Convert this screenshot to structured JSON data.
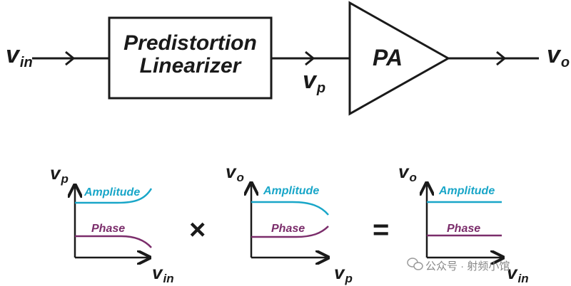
{
  "block_diagram": {
    "input_label": {
      "main": "v",
      "sub": "in"
    },
    "predistorter_label_line1": "Predistortion",
    "predistorter_label_line2": "Linearizer",
    "intermediate_label": {
      "main": "v",
      "sub": "p"
    },
    "amplifier_label": "PA",
    "output_label": {
      "main": "v",
      "sub": "o"
    }
  },
  "plots": [
    {
      "y_label": {
        "main": "v",
        "sub": "p"
      },
      "x_label": {
        "main": "v",
        "sub": "in"
      },
      "amplitude_label": "Amplitude",
      "phase_label": "Phase",
      "amplitude_trend": "expands",
      "phase_trend": "decreases"
    },
    {
      "y_label": {
        "main": "v",
        "sub": "o"
      },
      "x_label": {
        "main": "v",
        "sub": "p"
      },
      "amplitude_label": "Amplitude",
      "phase_label": "Phase",
      "amplitude_trend": "compresses",
      "phase_trend": "increases"
    },
    {
      "y_label": {
        "main": "v",
        "sub": "o"
      },
      "x_label": {
        "main": "v",
        "sub": "in"
      },
      "amplitude_label": "Amplitude",
      "phase_label": "Phase",
      "amplitude_trend": "flat",
      "phase_trend": "flat"
    }
  ],
  "operators": {
    "multiply": "×",
    "equals": "="
  },
  "watermark": "公众号 · 射频小馆",
  "colors": {
    "amplitude": "#19a6c8",
    "phase": "#7b2d6b",
    "line": "#1a1a1a"
  }
}
